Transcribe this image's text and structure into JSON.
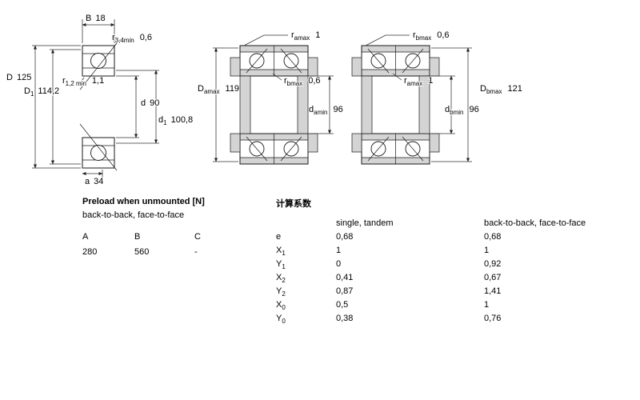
{
  "drawing": {
    "left": {
      "B": {
        "base": "B",
        "value": "18"
      },
      "r34": {
        "base": "r",
        "sub": "3,4min",
        "value": "0,6"
      },
      "D": {
        "base": "D",
        "value": "125"
      },
      "r12": {
        "base": "r",
        "sub": "1,2 min",
        "value": "1,1"
      },
      "D1": {
        "base": "D",
        "sub": "1",
        "value": "114,2"
      },
      "d": {
        "base": "d",
        "value": "90"
      },
      "d1": {
        "base": "d",
        "sub": "1",
        "value": "100,8"
      },
      "a": {
        "base": "a",
        "value": "34"
      }
    },
    "middle": {
      "ramax": {
        "base": "r",
        "sub": "amax",
        "value": "1"
      },
      "Damax": {
        "base": "D",
        "sub": "amax",
        "value": "119"
      },
      "rbmax": {
        "base": "r",
        "sub": "bmax",
        "value": "0,6"
      },
      "damin": {
        "base": "d",
        "sub": "amin",
        "value": "96"
      }
    },
    "right": {
      "rbmax": {
        "base": "r",
        "sub": "bmax",
        "value": "0,6"
      },
      "ramax": {
        "base": "r",
        "sub": "amax",
        "value": "1"
      },
      "Dbmax": {
        "base": "D",
        "sub": "bmax",
        "value": "121"
      },
      "dbmin": {
        "base": "d",
        "sub": "bmin",
        "value": "96"
      }
    }
  },
  "preload": {
    "title": "Preload when unmounted [N]",
    "subtitle": "back-to-back, face-to-face",
    "headers": [
      "A",
      "B",
      "C"
    ],
    "values": [
      "280",
      "560",
      "-"
    ]
  },
  "factors": {
    "title": "计算系数",
    "col_single": "single, tandem",
    "col_paired": "back-to-back, face-to-face",
    "rows": [
      {
        "base": "e",
        "sub": "",
        "single": "0,68",
        "paired": "0,68"
      },
      {
        "base": "X",
        "sub": "1",
        "single": "1",
        "paired": "1"
      },
      {
        "base": "Y",
        "sub": "1",
        "single": "0",
        "paired": "0,92"
      },
      {
        "base": "X",
        "sub": "2",
        "single": "0,41",
        "paired": "0,67"
      },
      {
        "base": "Y",
        "sub": "2",
        "single": "0,87",
        "paired": "1,41"
      },
      {
        "base": "X",
        "sub": "0",
        "single": "0,5",
        "paired": "1"
      },
      {
        "base": "Y",
        "sub": "0",
        "single": "0,38",
        "paired": "0,76"
      }
    ]
  }
}
